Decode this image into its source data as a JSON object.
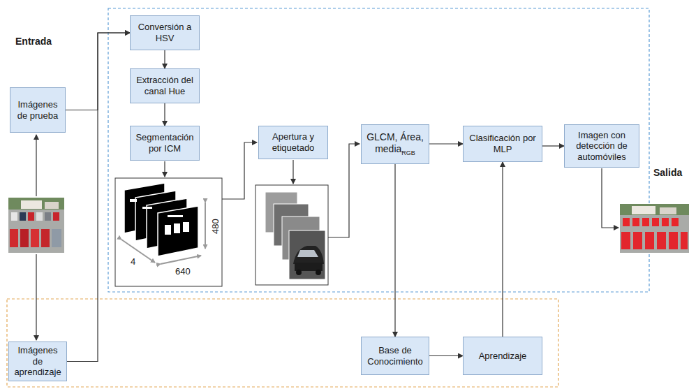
{
  "diagram": {
    "nodes": [
      {
        "text": [
          "Imágenes de prueba"
        ]
      },
      {
        "text": [
          "Conversión a HSV"
        ]
      },
      {
        "text": [
          "Extracción del canal Hue"
        ]
      },
      {
        "text": [
          "Segmentación por ICM"
        ]
      },
      {
        "text": [
          "Apertura y etiquetado"
        ]
      },
      {
        "text": [
          "GLCM, Área, media",
          "RGB"
        ]
      },
      {
        "text": [
          "Clasificación por MLP"
        ]
      },
      {
        "text": [
          "Imagen con detección de automóviles"
        ]
      },
      {
        "text": [
          "Imágenes de aprendizaje"
        ]
      },
      {
        "text": [
          "Base de Conocimiento"
        ]
      },
      {
        "text": [
          "Aprendizaje"
        ]
      }
    ],
    "edges": [
      {
        "from": 0,
        "to": 1,
        "arrow": "to"
      },
      {
        "from": 8,
        "to": 1,
        "arrow": "to"
      },
      {
        "from": 1,
        "to": 2,
        "arrow": "to"
      },
      {
        "from": 2,
        "to": 3,
        "arrow": "to"
      },
      {
        "from": 5,
        "to": 6,
        "arrow": "to"
      },
      {
        "from": 6,
        "to": 7,
        "arrow": "to"
      },
      {
        "from": 5,
        "to": 9,
        "arrow": "to"
      },
      {
        "from": 9,
        "to": 10,
        "arrow": "to"
      },
      {
        "from": 10,
        "to": 6,
        "arrow": "to"
      }
    ],
    "labels": [
      "Entrada",
      "Salida",
      "4",
      "640",
      "480"
    ]
  }
}
